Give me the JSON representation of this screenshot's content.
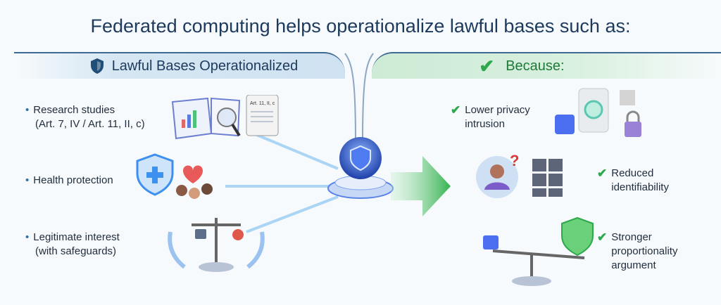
{
  "title": "Federated computing helps operationalize lawful bases such as:",
  "left": {
    "header": "Lawful Bases Operationalized",
    "items": [
      {
        "line1": "Research studies",
        "line2": "(Art. 7, IV / Art. 11, II, c)"
      },
      {
        "line1": "Health protection"
      },
      {
        "line1": "Legitimate interest",
        "line2": "(with safeguards)"
      }
    ],
    "scroll_label": "Art. 11, II, c"
  },
  "right": {
    "header": "Because:",
    "items": [
      {
        "line1": "Lower privacy",
        "line2": "intrusion"
      },
      {
        "line1": "Reduced",
        "line2": "identifiability"
      },
      {
        "line1": "Stronger",
        "line2": "proportionality",
        "line3": "argument"
      }
    ]
  },
  "colors": {
    "title": "#1d3a5c",
    "green": "#2ea84d",
    "blue": "#2a6fb0"
  }
}
